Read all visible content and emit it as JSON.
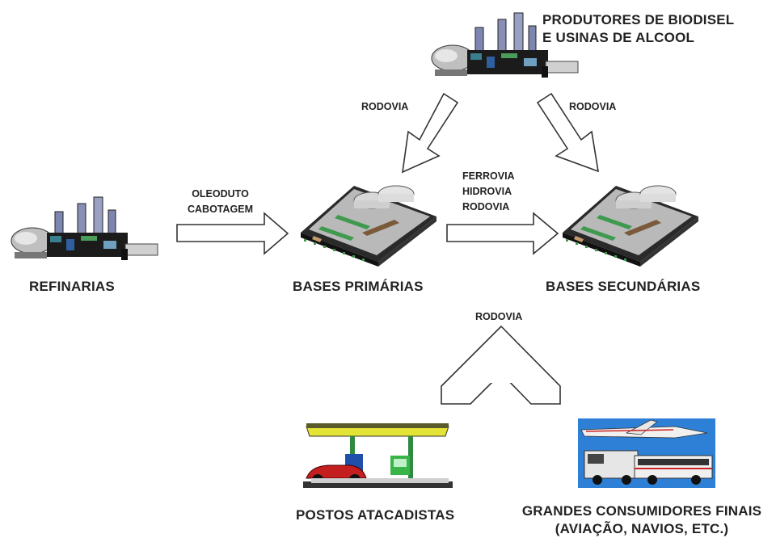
{
  "nodes": {
    "producers_line1": "PRODUTORES DE BIODISEL",
    "producers_line2": "E USINAS DE ALCOOL",
    "refinarias": "REFINARIAS",
    "bases_primarias": "BASES PRIMÁRIAS",
    "bases_secundarias": "BASES SECUNDÁRIAS",
    "postos": "POSTOS ATACADISTAS",
    "grandes_line1": "GRANDES CONSUMIDORES FINAIS",
    "grandes_line2": "(AVIAÇÃO, NAVIOS, ETC.)"
  },
  "edges": {
    "producers_to_primary": "RODOVIA",
    "producers_to_secondary": "RODOVIA",
    "refinery_to_primary_1": "OLEODUTO",
    "refinery_to_primary_2": "CABOTAGEM",
    "primary_to_secondary_1": "FERROVIA",
    "primary_to_secondary_2": "HIDROVIA",
    "primary_to_secondary_3": "RODOVIA",
    "secondary_to_consumers": "RODOVIA"
  },
  "icons": {
    "refinery": "refinery-icon",
    "base": "storage-base-icon",
    "gas_station": "gas-station-icon",
    "consumers": "transport-consumers-icon"
  }
}
